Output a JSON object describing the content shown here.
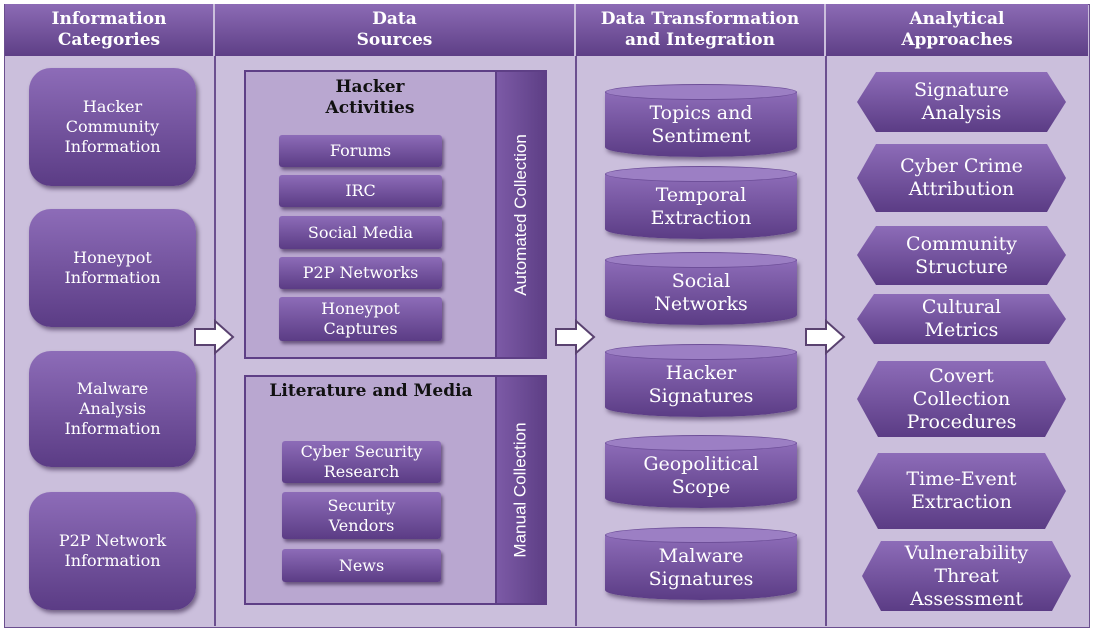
{
  "columns": {
    "info": "Information Categories",
    "sources": "Data Sources",
    "transform": "Data Transformation and Integration",
    "analytical": "Analytical Approaches"
  },
  "headers": {
    "info_l1": "Information",
    "info_l2": "Categories",
    "sources_l1": "Data",
    "sources_l2": "Sources",
    "transform_l1": "Data Transformation",
    "transform_l2": "and Integration",
    "analytical_l1": "Analytical",
    "analytical_l2": "Approaches"
  },
  "categories": [
    [
      "Hacker",
      "Community",
      "Information"
    ],
    [
      "Honeypot",
      "Information"
    ],
    [
      "Malware",
      "Analysis",
      "Information"
    ],
    [
      "P2P Network",
      "Information"
    ]
  ],
  "hacker_panel": {
    "title_l1": "Hacker",
    "title_l2": "Activities",
    "side": "Automated Collection",
    "items": [
      [
        "Forums"
      ],
      [
        "IRC"
      ],
      [
        "Social Media"
      ],
      [
        "P2P Networks"
      ],
      [
        "Honeypot",
        "Captures"
      ]
    ]
  },
  "literature_panel": {
    "title": "Literature and Media",
    "side": "Manual Collection",
    "items": [
      [
        "Cyber Security",
        "Research"
      ],
      [
        "Security",
        "Vendors"
      ],
      [
        "News"
      ]
    ]
  },
  "transform_items": [
    [
      "Topics and",
      "Sentiment"
    ],
    [
      "Temporal",
      "Extraction"
    ],
    [
      "Social",
      "Networks"
    ],
    [
      "Hacker",
      "Signatures"
    ],
    [
      "Geopolitical",
      "Scope"
    ],
    [
      "Malware",
      "Signatures"
    ]
  ],
  "approaches": [
    [
      "Signature",
      "Analysis"
    ],
    [
      "Cyber Crime",
      "Attribution"
    ],
    [
      "Community",
      "Structure"
    ],
    [
      "Cultural",
      "Metrics"
    ],
    [
      "Covert",
      "Collection",
      "Procedures"
    ],
    [
      "Time-Event",
      "Extraction"
    ],
    [
      "Vulnerability",
      "Threat",
      "Assessment"
    ]
  ],
  "colors": {
    "purple_dark": "#5e3f86",
    "purple_light": "#8d6cb8",
    "background": "#cbbfdc",
    "arrow_fill": "#ffffff"
  }
}
